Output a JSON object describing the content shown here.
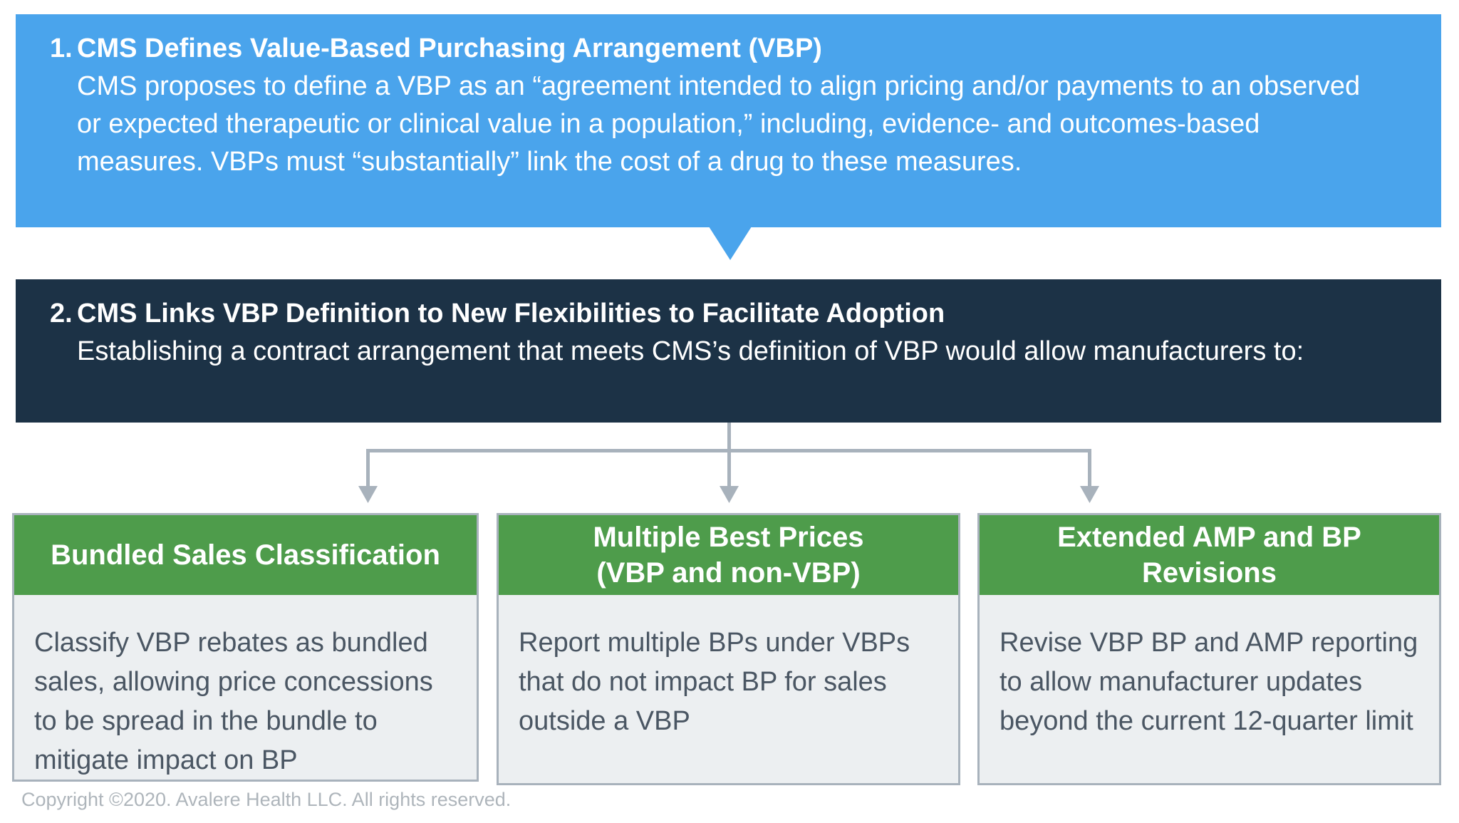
{
  "step1": {
    "number": "1.",
    "title": "CMS Defines Value-Based Purchasing Arrangement (VBP)",
    "body": "CMS proposes to define a VBP as an “agreement intended to align pricing and/or payments to an observed or expected therapeutic or clinical value in a population,” including, evidence- and outcomes-based measures. VBPs must “substantially” link the cost of a drug to these measures."
  },
  "step2": {
    "number": "2.",
    "title": "CMS Links VBP Definition to New Flexibilities to Facilitate Adoption",
    "body": "Establishing a contract arrangement that meets CMS’s definition of VBP would allow manufacturers to:"
  },
  "cards": [
    {
      "title": "Bundled Sales Classification",
      "body": "Classify VBP rebates as bundled sales, allowing price concessions to be spread in the bundle to mitigate impact on BP"
    },
    {
      "title": "Multiple Best Prices\n(VBP and non-VBP)",
      "body": "Report multiple BPs under VBPs that do not impact BP for sales outside a VBP"
    },
    {
      "title": "Extended AMP and BP\nRevisions",
      "body": "Revise VBP BP and AMP reporting to allow manufacturer updates beyond the current 12-quarter limit"
    }
  ],
  "footer": {
    "copyright": "Copyright ©2020. Avalere Health LLC. All rights reserved."
  },
  "colors": {
    "banner_blue": "#4AA4EC",
    "banner_navy": "#1C3246",
    "card_header_green": "#4E9C4B",
    "card_body_bg": "#ECEFF1",
    "card_border": "#A8B2BC",
    "connector_gray": "#A8B2BC",
    "card_text": "#4A5663",
    "copyright_text": "#AEB5BB"
  }
}
